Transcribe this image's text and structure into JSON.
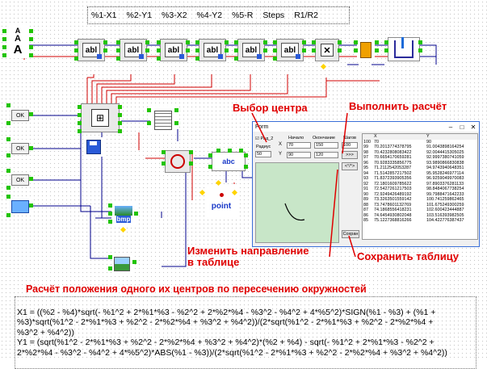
{
  "header_vars": [
    "%1-X1",
    "%2-Y1",
    "%3-X2",
    "%4-Y2",
    "%5-R",
    "Steps",
    "R1/R2"
  ],
  "ok_buttons": [
    "OK",
    "OK",
    "OK"
  ],
  "blocks": {
    "text_block": "abl",
    "bmp_label": "bmp",
    "point_label": "point",
    "abc_label": "abc"
  },
  "annotations": {
    "choose_center": "Выбор центра",
    "run_calc": "Выполнить расчёт",
    "change_dir_line1": "Изменить направление",
    "change_dir_line2": "в таблице",
    "save_table": "Сохранить таблицу",
    "caption": "Расчёт положения одного их центров по пересечению окружностей"
  },
  "formula": [
    "X1 = ((%2 - %4)*sqrt(- %1^2 + 2*%1*%3 - %2^2 + 2*%2*%4 - %3^2 - %4^2 + 4*%5^2)*SIGN(%1 - %3) + (%1 +",
    "%3)*sqrt(%1^2 - 2*%1*%3 + %2^2 - 2*%2*%4 + %3^2 + %4^2))/(2*sqrt(%1^2 - 2*%1*%3 + %2^2 - 2*%2*%4 +",
    "%3^2 + %4^2))",
    "Y1 = (sqrt(%1^2 - 2*%1*%3 + %2^2 - 2*%2*%4 + %3^2 + %4^2)*(%2 + %4) - sqrt(- %1^2 + 2*%1*%3 - %2^2 +",
    "2*%2*%4 - %3^2 - %4^2 + 4*%5^2)*ABS(%1 - %3))/(2*sqrt(%1^2 - 2*%1*%3 + %2^2 - 2*%2*%4 + %3^2 + %4^2))"
  ],
  "form": {
    "title": "Form",
    "title_buttons": [
      "–",
      "□",
      "✕"
    ],
    "radio_label": "Рад_2",
    "radius_label": "Радиус",
    "radius_value": "50",
    "col_start": "Начало",
    "col_end": "Окончание",
    "col_steps": "Шагов",
    "x_label": "X",
    "y_label": "Y",
    "x_start": "70",
    "x_end": "150",
    "y_start": "90",
    "y_end": "120",
    "steps": "100",
    "run_button": ">>>",
    "dir_button": "<°/°>",
    "save_button": "Сохран",
    "table_headers": [
      "",
      "X",
      "Y"
    ],
    "table_rows": [
      [
        "100",
        "70",
        "90"
      ],
      [
        "99",
        "70.2013774378795",
        "91.0043898164254"
      ],
      [
        "98",
        "70.4232808083422",
        "92.0044415305025"
      ],
      [
        "97",
        "70.6654170659281",
        "92.9997380741059"
      ],
      [
        "96",
        "70.9283335856775",
        "93.9890866830838"
      ],
      [
        "95",
        "71.2112542053287",
        "94.9743940648351"
      ],
      [
        "94",
        "71.5142857217502",
        "95.9528246977114"
      ],
      [
        "93",
        "71.8372393905356",
        "96.9259049970083"
      ],
      [
        "92",
        "72.1801609785622",
        "97.8903376281133"
      ],
      [
        "91",
        "72.5427261217503",
        "98.8484067738254"
      ],
      [
        "90",
        "72.9249426489192",
        "99.7988471642233"
      ],
      [
        "89",
        "73.3263501559142",
        "100.741259862465"
      ],
      [
        "88",
        "73.7478601132769",
        "101.675249300259"
      ],
      [
        "87",
        "74.1868556418231",
        "102.600423444887"
      ],
      [
        "86",
        "74.6454930802048",
        "103.516393982505"
      ],
      [
        "85",
        "75.1227368816266",
        "104.422776387437"
      ]
    ]
  },
  "colors": {
    "accent_red": "#e00000",
    "port_green": "#22c400",
    "port_yellow": "#ffd400",
    "wire": "#00008b",
    "wire_red": "#d00000"
  }
}
